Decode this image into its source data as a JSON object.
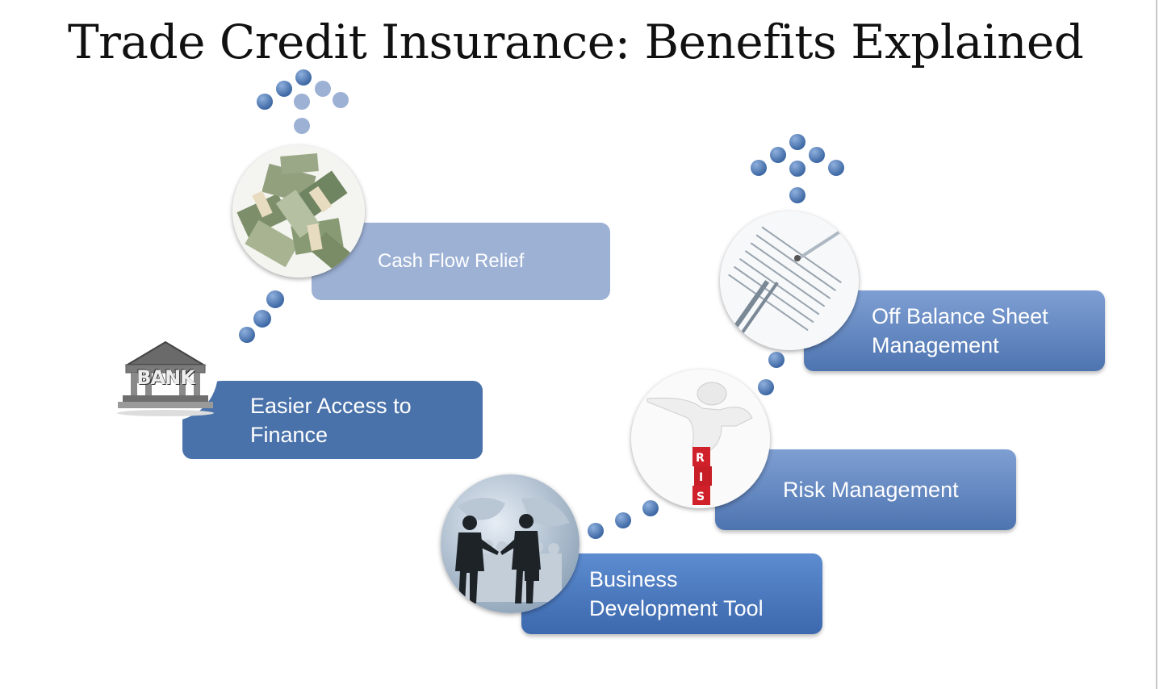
{
  "title": "Trade Credit Insurance: Benefits Explained",
  "benefits": [
    {
      "label": "Cash Flow Relief",
      "icon": "money-stack-icon"
    },
    {
      "label": "Easier Access to Finance",
      "line1": "Easier Access to",
      "line2": "Finance",
      "icon": "bank-building-icon"
    },
    {
      "label": "Off Balance Sheet Management",
      "line1": "Off Balance Sheet",
      "line2": "Management",
      "icon": "financial-chart-icon"
    },
    {
      "label": "Risk Management",
      "icon": "risk-blocks-icon"
    },
    {
      "label": "Business Development Tool",
      "line1": "Business",
      "line2": "Development Tool",
      "icon": "handshake-globe-icon"
    }
  ],
  "bank_text": "BANK",
  "colors": {
    "light_box": "#9db1d5",
    "dark_box": "#4a72aa",
    "blue_box": "#4e7cc0",
    "text": "#ffffff"
  }
}
